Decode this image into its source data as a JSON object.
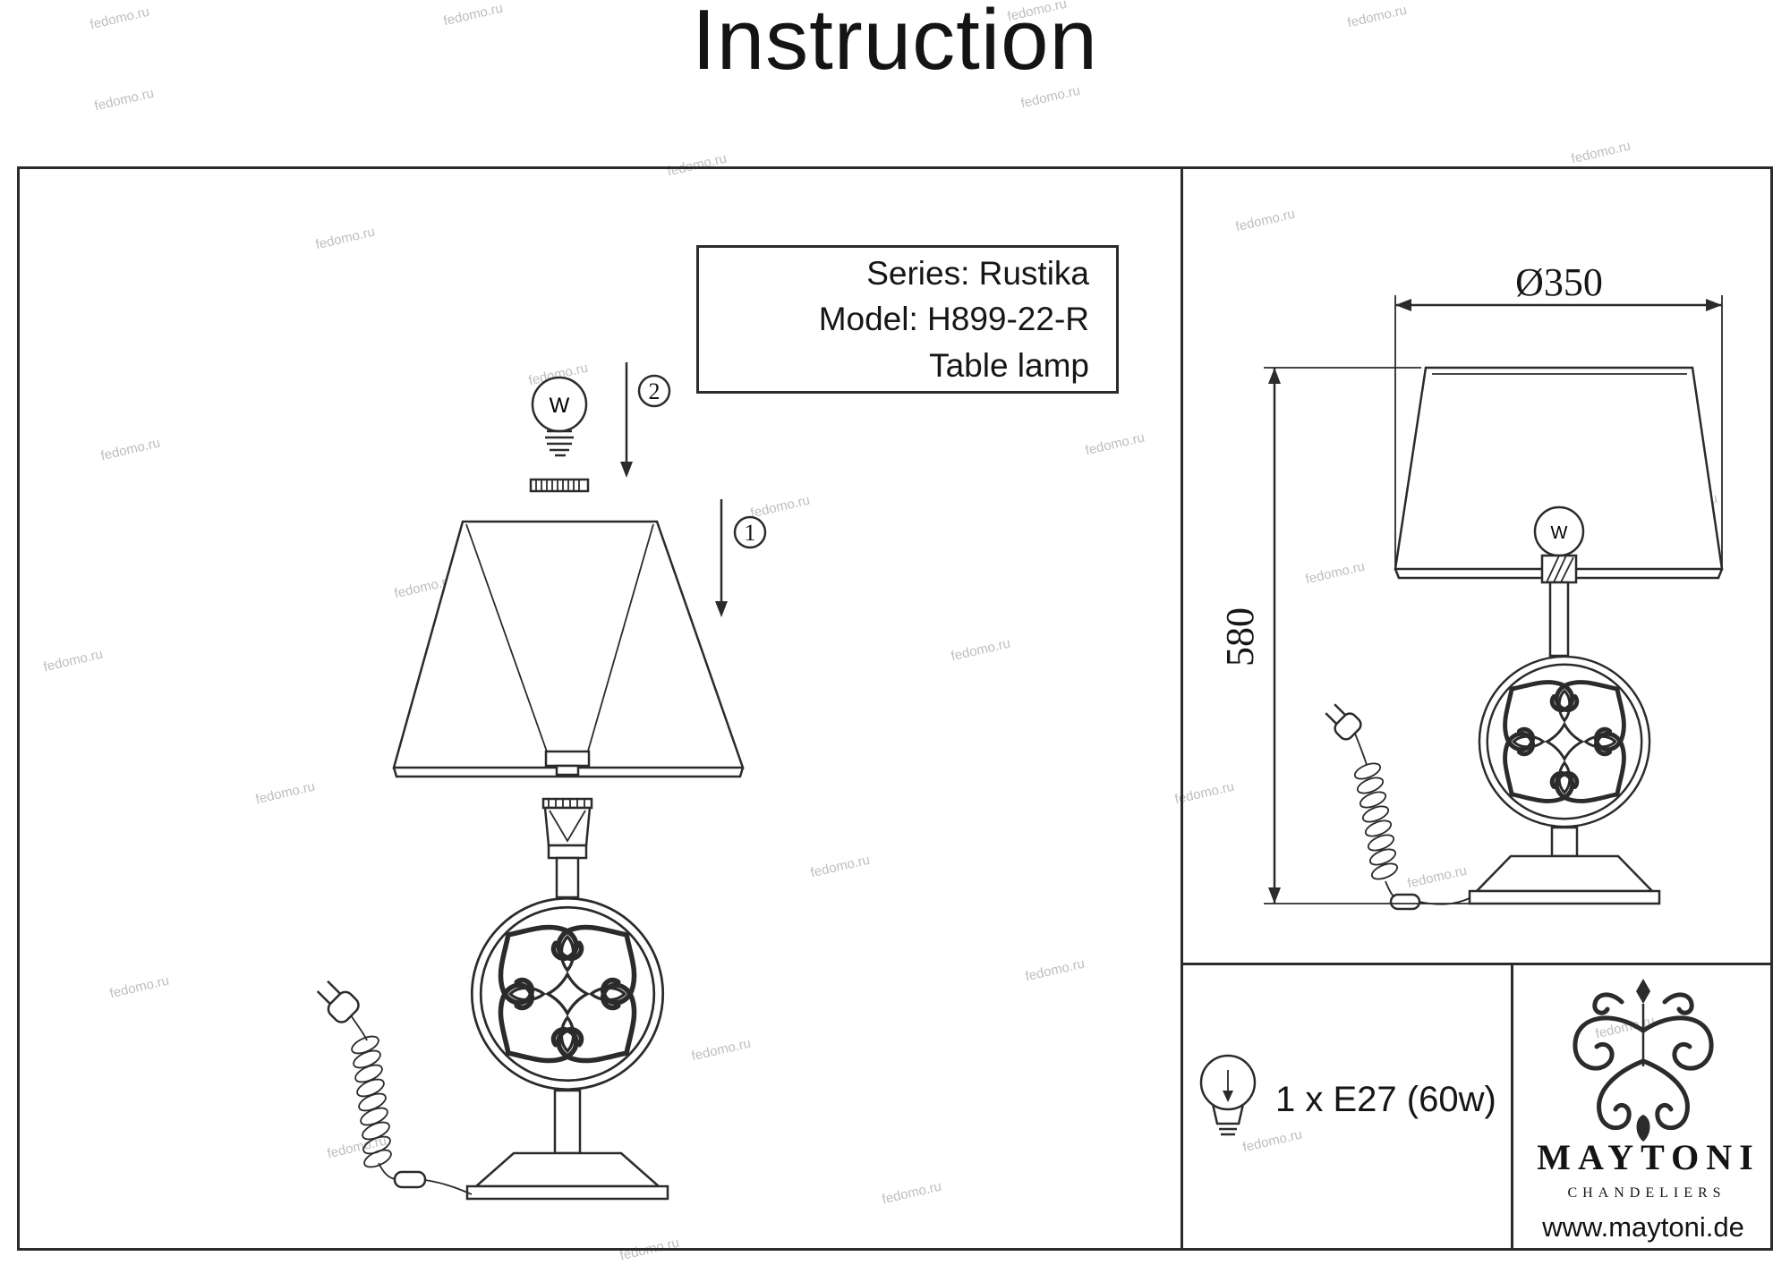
{
  "title": "Instruction",
  "watermark": "fedomo.ru",
  "info_box": {
    "series": "Series: Rustika",
    "model": "Model: H899-22-R",
    "type": "Table lamp"
  },
  "assembly": {
    "step_shade": "1",
    "step_bulb": "2",
    "bulb_mark": "W"
  },
  "dimensions": {
    "diameter": "Ø350",
    "height": "580"
  },
  "spec": {
    "lamp": "1 x E27 (60w)"
  },
  "brand": {
    "name": "MAYTONI",
    "tagline": "CHANDELIERS",
    "website": "www.maytoni.de"
  }
}
